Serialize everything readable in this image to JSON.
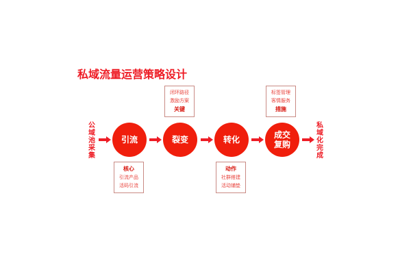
{
  "title": "私域流量运营策略设计",
  "colors": {
    "accent": "#ee1c25",
    "circle_fill": "#f01e0c",
    "box_border": "#c98a84",
    "box_text": "#e8413a",
    "box_head": "#d8140c"
  },
  "start_label": "公域池采集",
  "end_label": "私域化完成",
  "steps": [
    {
      "label_line1": "引流",
      "label_line2": ""
    },
    {
      "label_line1": "裂变",
      "label_line2": ""
    },
    {
      "label_line1": "转化",
      "label_line2": ""
    },
    {
      "label_line1": "成交",
      "label_line2": "复购"
    }
  ],
  "boxes": [
    {
      "position": "below",
      "step": 0,
      "head": "核心",
      "items": [
        "引流产品",
        "活码引流"
      ]
    },
    {
      "position": "above",
      "step": 1,
      "head": "关键",
      "items": [
        "闭环路径",
        "激励方案"
      ]
    },
    {
      "position": "below",
      "step": 2,
      "head": "动作",
      "items": [
        "社群搭建",
        "活动铺垫"
      ]
    },
    {
      "position": "above",
      "step": 3,
      "head": "措施",
      "items": [
        "标签管理",
        "客情服务"
      ]
    }
  ],
  "icons": {
    "arrow": "right-arrow-icon"
  }
}
